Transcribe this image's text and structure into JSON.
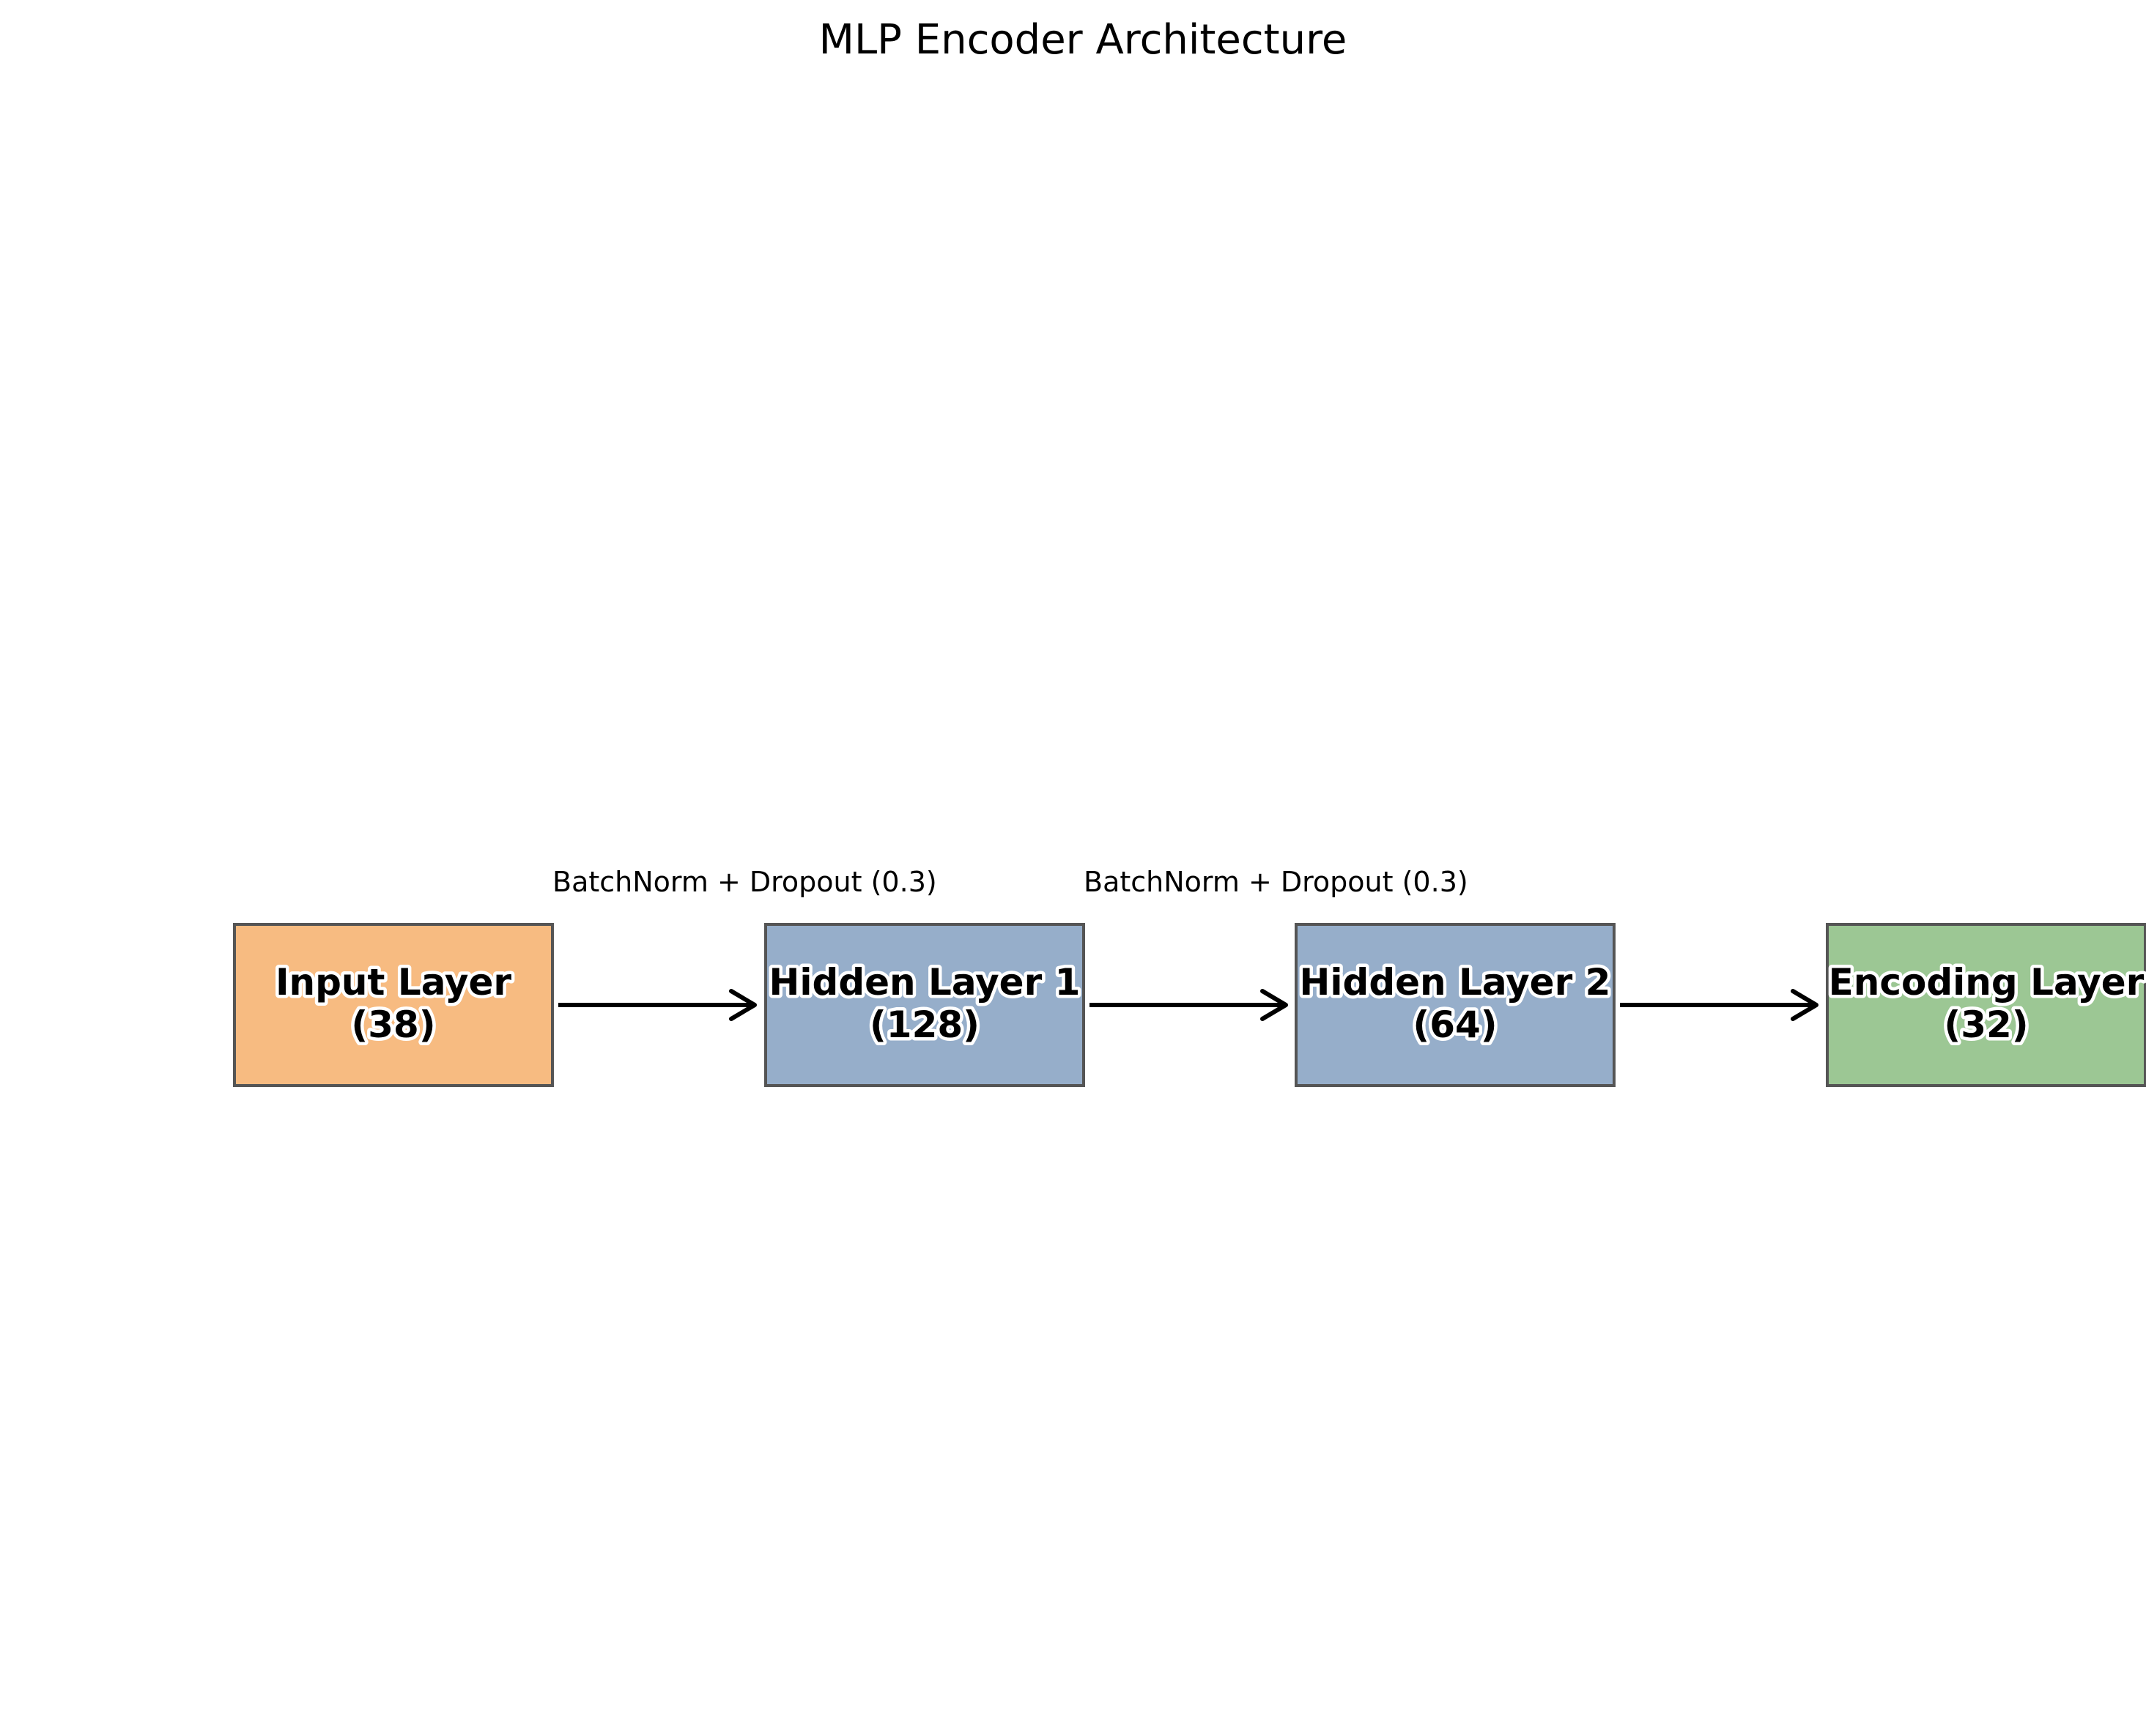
{
  "title": "MLP Encoder Architecture",
  "layers": [
    {
      "name": "Input Layer",
      "size": "(38)",
      "color": "#f7bb81"
    },
    {
      "name": "Hidden Layer 1",
      "size": "(128)",
      "color": "#96aeca"
    },
    {
      "name": "Hidden Layer 2",
      "size": "(64)",
      "color": "#96aeca"
    },
    {
      "name": "Encoding Layer",
      "size": "(32)",
      "color": "#9cc794"
    }
  ],
  "connections": [
    {
      "from": "Input Layer",
      "to": "Hidden Layer 1",
      "label": "BatchNorm + Dropout (0.3)"
    },
    {
      "from": "Hidden Layer 1",
      "to": "Hidden Layer 2",
      "label": "BatchNorm + Dropout (0.3)"
    },
    {
      "from": "Hidden Layer 2",
      "to": "Encoding Layer",
      "label": ""
    }
  ]
}
